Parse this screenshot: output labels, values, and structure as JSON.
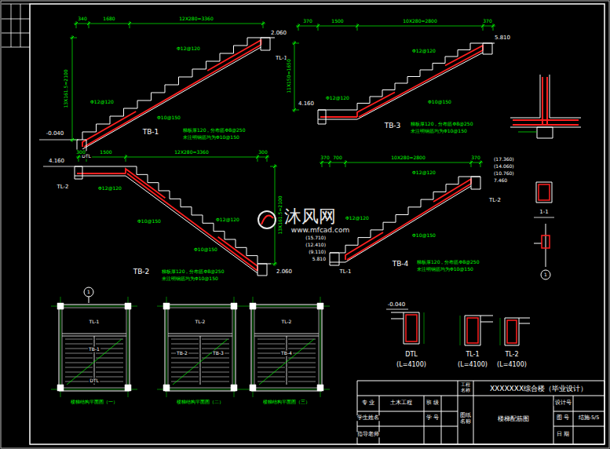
{
  "diagram": {
    "labels": [
      "-0.040",
      "2.060",
      "TB-1",
      "TL-1",
      "DTL",
      "340",
      "1680",
      "12X280=3360",
      "13X161.5=2100",
      "Φ12@120",
      "Φ12@120",
      "Φ10@150",
      "梯板厚120，分布筋Φ8@250",
      "未注明钢筋均为Φ10@150",
      "4.160",
      "5.810",
      "TB-3",
      "370",
      "1500",
      "10X280=2800",
      "370",
      "11X150=1650",
      "Φ12@120",
      "Φ10@150",
      "Φ12@120",
      "梯板厚120，分布筋Φ8@250",
      "未注明钢筋均为Φ10@150",
      "4.160",
      "2.060",
      "TB-2",
      "TL-2",
      "300",
      "1500",
      "12X280=3360",
      "300",
      "13X161.5=2100",
      "Φ12@120",
      "Φ12@120",
      "Φ10@150",
      "Φ10@150",
      "梯板厚120，分布筋Φ8@250",
      "未注明钢筋均为Φ10@150",
      "(17.360)",
      "(14.060)",
      "(10.760)",
      "7.460",
      "(15.710)",
      "(12.410)",
      "(9.110)",
      "5.810",
      "TB-4",
      "TL-2",
      "TL-1",
      "370",
      "700",
      "10X280=2800",
      "370",
      "Φ12@120",
      "Φ12@120",
      "Φ10@150",
      "梯板厚120，分布筋Φ8@250",
      "未注明钢筋均为Φ10@150",
      "1-1",
      "1",
      "1",
      "TL-1",
      "TB-1",
      "DTL",
      "TL-2",
      "TB-2",
      "TB-3",
      "TL-2",
      "TB-4",
      "楼梯结构平面图（一）",
      "楼梯结构平面图（二）",
      "楼梯结构平面图（三）",
      "-0.040",
      "DTL",
      "(L=4100)",
      "TL-1",
      "(L=4100)",
      "TL-2",
      "(L=4100)",
      "工程名称",
      "XXXXXXX综合楼（毕业设计）",
      "专 业",
      "土木工程",
      "班 级",
      "学生姓名",
      "学 号",
      "指导老师",
      "图纸名称",
      "楼梯配筋图",
      "设计号",
      "图 号",
      "结施-5/5",
      "日 期",
      "沐风网",
      "www.mfcad.com"
    ]
  }
}
